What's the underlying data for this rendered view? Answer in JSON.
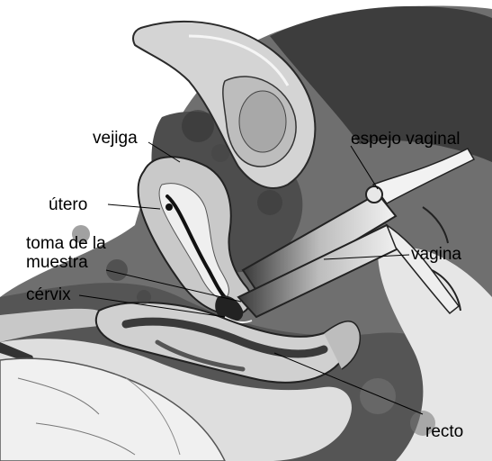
{
  "labels": {
    "vejiga": "vejiga",
    "espejo_vaginal": "espejo vaginal",
    "utero": "útero",
    "toma_line1": "toma de la",
    "toma_line2": "muestra",
    "vagina": "vagina",
    "cervix": "cérvix",
    "recto": "recto"
  },
  "colors": {
    "background": "#ffffff",
    "dark_tissue": "#4a4a4a",
    "mid_tissue": "#8c8c8c",
    "light_tissue": "#d9d9d9",
    "pale_tissue": "#ececec",
    "outline": "#1a1a1a",
    "label_text": "#000000"
  }
}
